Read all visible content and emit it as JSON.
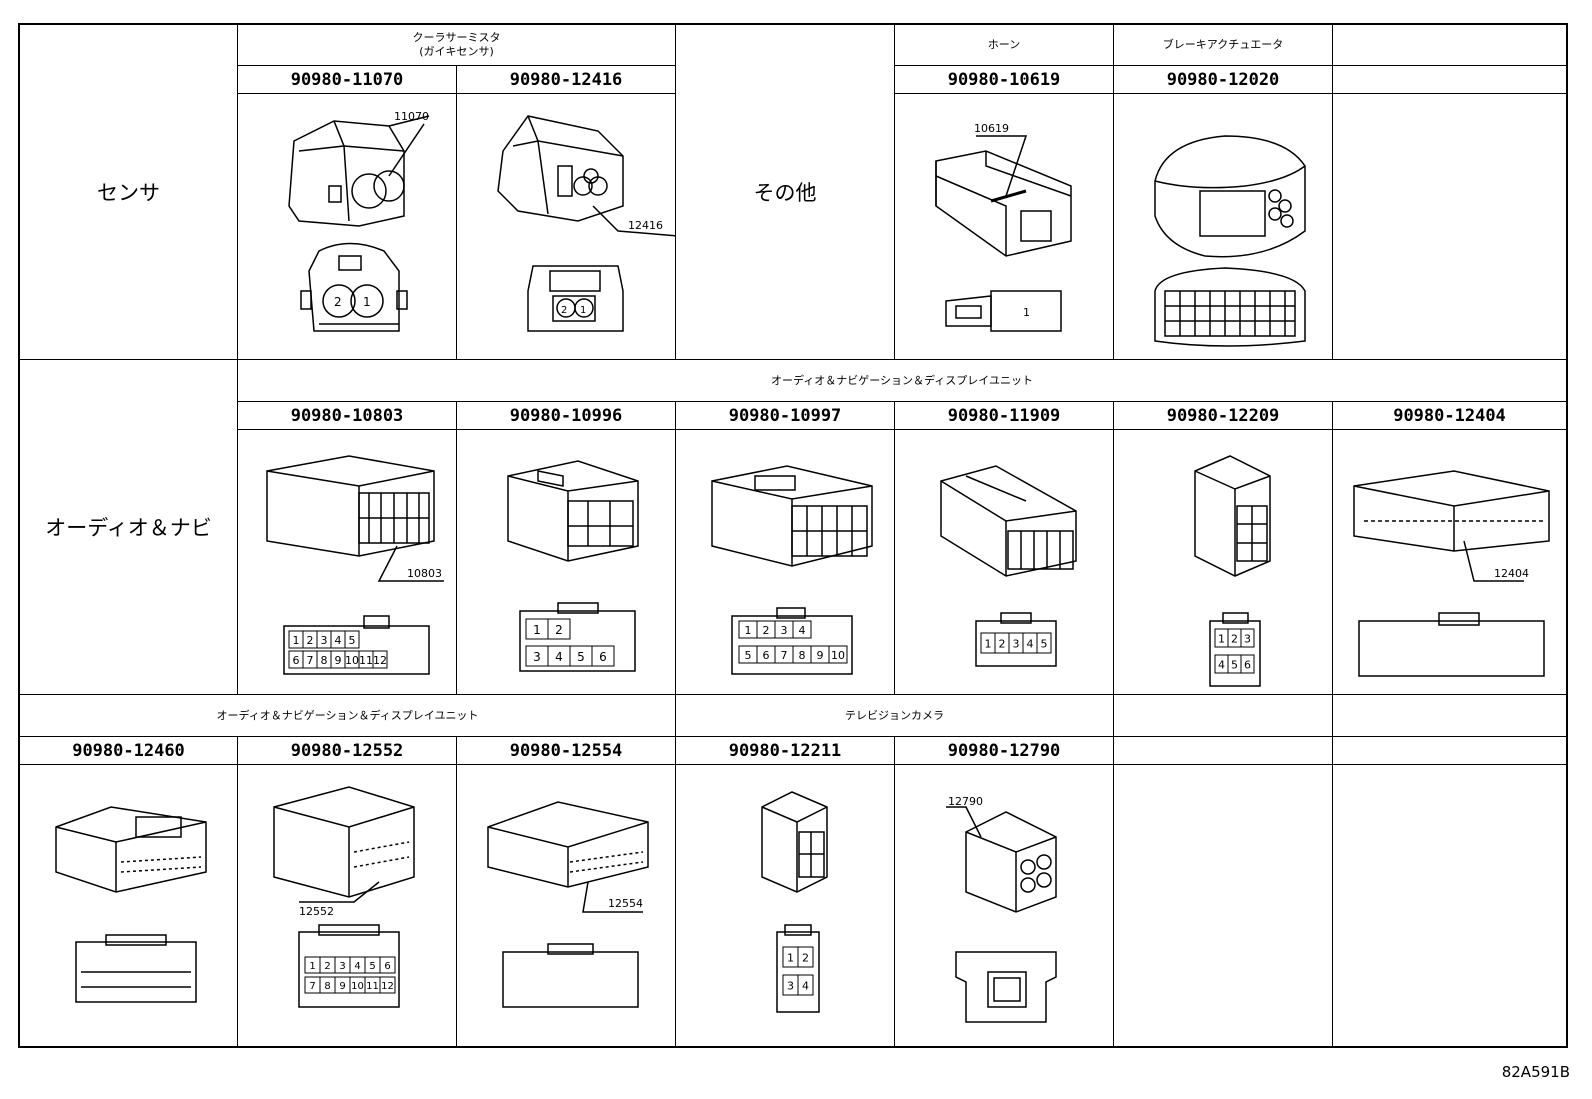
{
  "categories": {
    "sensor": "センサ",
    "other": "その他",
    "audio": "オーディオ＆ナビ"
  },
  "headers": {
    "cooler": "クーラサーミスタ",
    "cooler_sub": "(ガイキセンサ)",
    "horn": "ホーン",
    "brake": "ブレーキアクチュエータ",
    "audio_unit": "オーディオ＆ナビゲーション＆ディスプレイユニット",
    "tv_camera": "テレビジョンカメラ"
  },
  "parts": {
    "p11070": "90980-11070",
    "p12416": "90980-12416",
    "p10619": "90980-10619",
    "p12020": "90980-12020",
    "p10803": "90980-10803",
    "p10996": "90980-10996",
    "p10997": "90980-10997",
    "p11909": "90980-11909",
    "p12209": "90980-12209",
    "p12404": "90980-12404",
    "p12460": "90980-12460",
    "p12552": "90980-12552",
    "p12554": "90980-12554",
    "p12211": "90980-12211",
    "p12790": "90980-12790"
  },
  "callouts": {
    "c11070": "11070",
    "c12416": "12416",
    "c10619": "10619",
    "c10803": "10803",
    "c12404": "12404",
    "c12552": "12552",
    "c12554": "12554",
    "c12790": "12790"
  },
  "pins": {
    "two": [
      "2",
      "1"
    ],
    "one": [
      "1"
    ],
    "p10803_top": [
      "1",
      "2",
      "3",
      "4",
      "5"
    ],
    "p10803_bot": [
      "6",
      "7",
      "8",
      "9",
      "10",
      "11",
      "12"
    ],
    "p10996_top": [
      "1",
      "2"
    ],
    "p10996_bot": [
      "3",
      "4",
      "5",
      "6"
    ],
    "p10997_top": [
      "1",
      "2",
      "3",
      "4"
    ],
    "p10997_bot": [
      "5",
      "6",
      "7",
      "8",
      "9",
      "10"
    ],
    "p11909": [
      "1",
      "2",
      "3",
      "4",
      "5"
    ],
    "p12209_top": [
      "1",
      "2",
      "3"
    ],
    "p12209_bot": [
      "4",
      "5",
      "6"
    ],
    "p12552_top": [
      "1",
      "2",
      "3",
      "4",
      "5",
      "6"
    ],
    "p12552_bot": [
      "7",
      "8",
      "9",
      "10",
      "11",
      "12"
    ],
    "p12211_top": [
      "1",
      "2"
    ],
    "p12211_bot": [
      "3",
      "4"
    ]
  },
  "footer_code": "82A591B"
}
